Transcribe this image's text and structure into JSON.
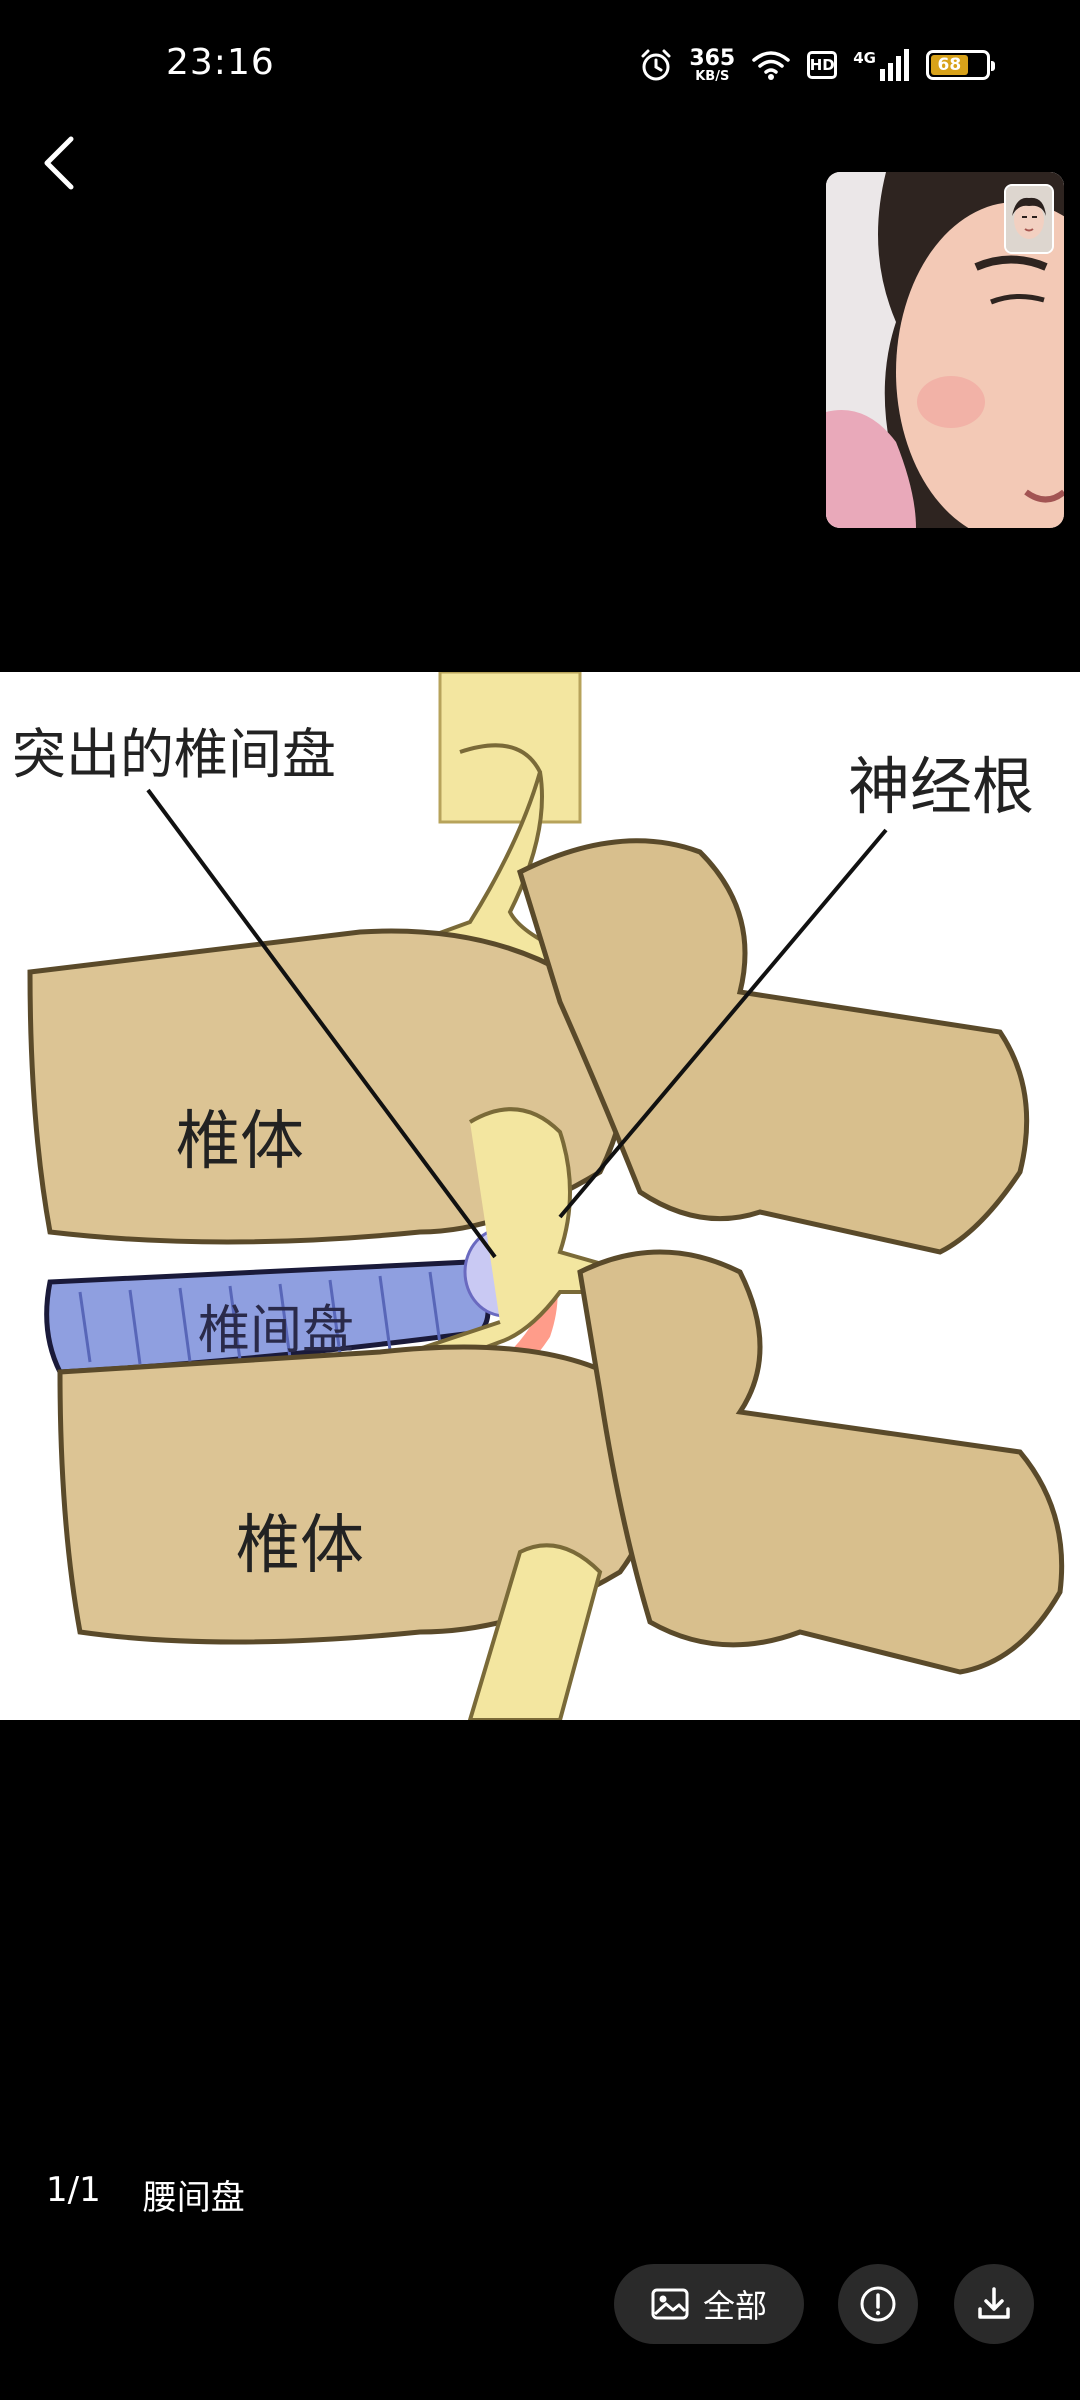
{
  "status": {
    "time": "23:16",
    "net_speed_value": "365",
    "net_speed_unit": "KB/S",
    "hd": "HD",
    "network": "4G",
    "battery": "68",
    "battery_level": 0.68
  },
  "image": {
    "labels": {
      "herniated_disc": "突出的椎间盘",
      "nerve_root": "神经根",
      "vertebra_top": "椎体",
      "disc": "椎间盘",
      "vertebra_bottom": "椎体"
    }
  },
  "viewer": {
    "counter": "1/1",
    "title": "腰间盘",
    "all_label": "全部"
  },
  "colors": {
    "bone": "#dcc494",
    "disc": "#8f9fe0",
    "nerve": "#f3e6a0",
    "pill": "#2a2a2a",
    "battery": "#d8a21a"
  }
}
